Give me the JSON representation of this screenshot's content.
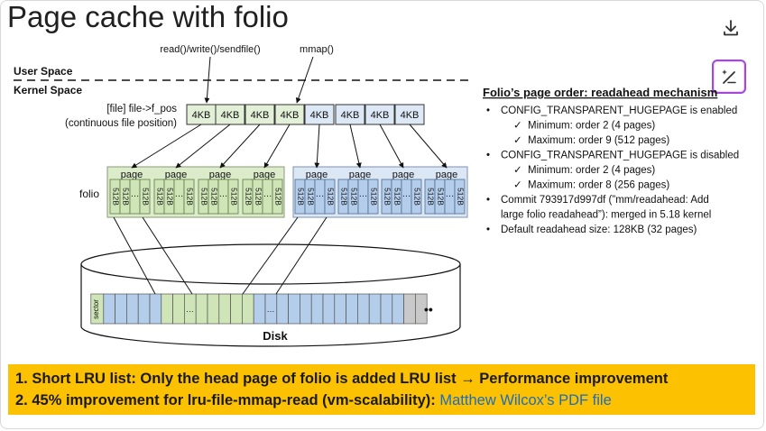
{
  "title": "Page cache with folio",
  "toolbar": {
    "download_icon": "download-icon",
    "edit_icon": "sparkle-pen-icon"
  },
  "diagram": {
    "syscall_rw": "read()/write()/sendfile()",
    "syscall_mmap": "mmap()",
    "user_space": "User Space",
    "kernel_space": "Kernel Space",
    "file_label": "[file] file->f_pos",
    "file_sub": "(continuous file position)",
    "page_cells": [
      "4KB",
      "4KB",
      "4KB",
      "4KB",
      "4KB",
      "4KB",
      "4KB",
      "4KB"
    ],
    "folio_label": "folio",
    "page_label": "page",
    "block_label": "512B",
    "dots": "…",
    "sector_label": "sector",
    "disk_dots": "••",
    "disk_label": "Disk"
  },
  "order": {
    "heading": "Folio’s page order: readahead mechanism",
    "items": [
      {
        "level": 1,
        "bullet": "•",
        "text": "CONFIG_TRANSPARENT_HUGEPAGE is enabled"
      },
      {
        "level": 2,
        "bullet": "✓",
        "text": "Minimum: order 2 (4 pages)"
      },
      {
        "level": 2,
        "bullet": "✓",
        "text": "Maximum: order 9 (512 pages)"
      },
      {
        "level": 1,
        "bullet": "•",
        "text": "CONFIG_TRANSPARENT_HUGEPAGE is disabled"
      },
      {
        "level": 2,
        "bullet": "✓",
        "text": "Minimum: order 2 (4 pages)"
      },
      {
        "level": 2,
        "bullet": "✓",
        "text": "Maximum: order 8 (256 pages)"
      },
      {
        "level": 1,
        "bullet": "•",
        "text": "Commit 793917d997df (”mm/readahead: Add"
      },
      {
        "level": 0,
        "bullet": "",
        "text": "large folio readahead”): merged in 5.18 kernel"
      },
      {
        "level": 1,
        "bullet": "•",
        "text": "Default readahead size: 128KB (32 pages)"
      }
    ]
  },
  "banner": {
    "line1": "1.  Short LRU list: Only the head page of folio is added LRU list → Performance improvement",
    "line2_prefix": "2.  45% improvement for lru-file-mmap-read (vm-scalability): ",
    "line2_link": "Matthew Wilcox’s PDF file"
  },
  "colors": {
    "green": "#cfe5b8",
    "blue": "#b4cdea",
    "banner": "#fcc100",
    "link": "#1c6cc2",
    "accent": "#a24ad8"
  }
}
